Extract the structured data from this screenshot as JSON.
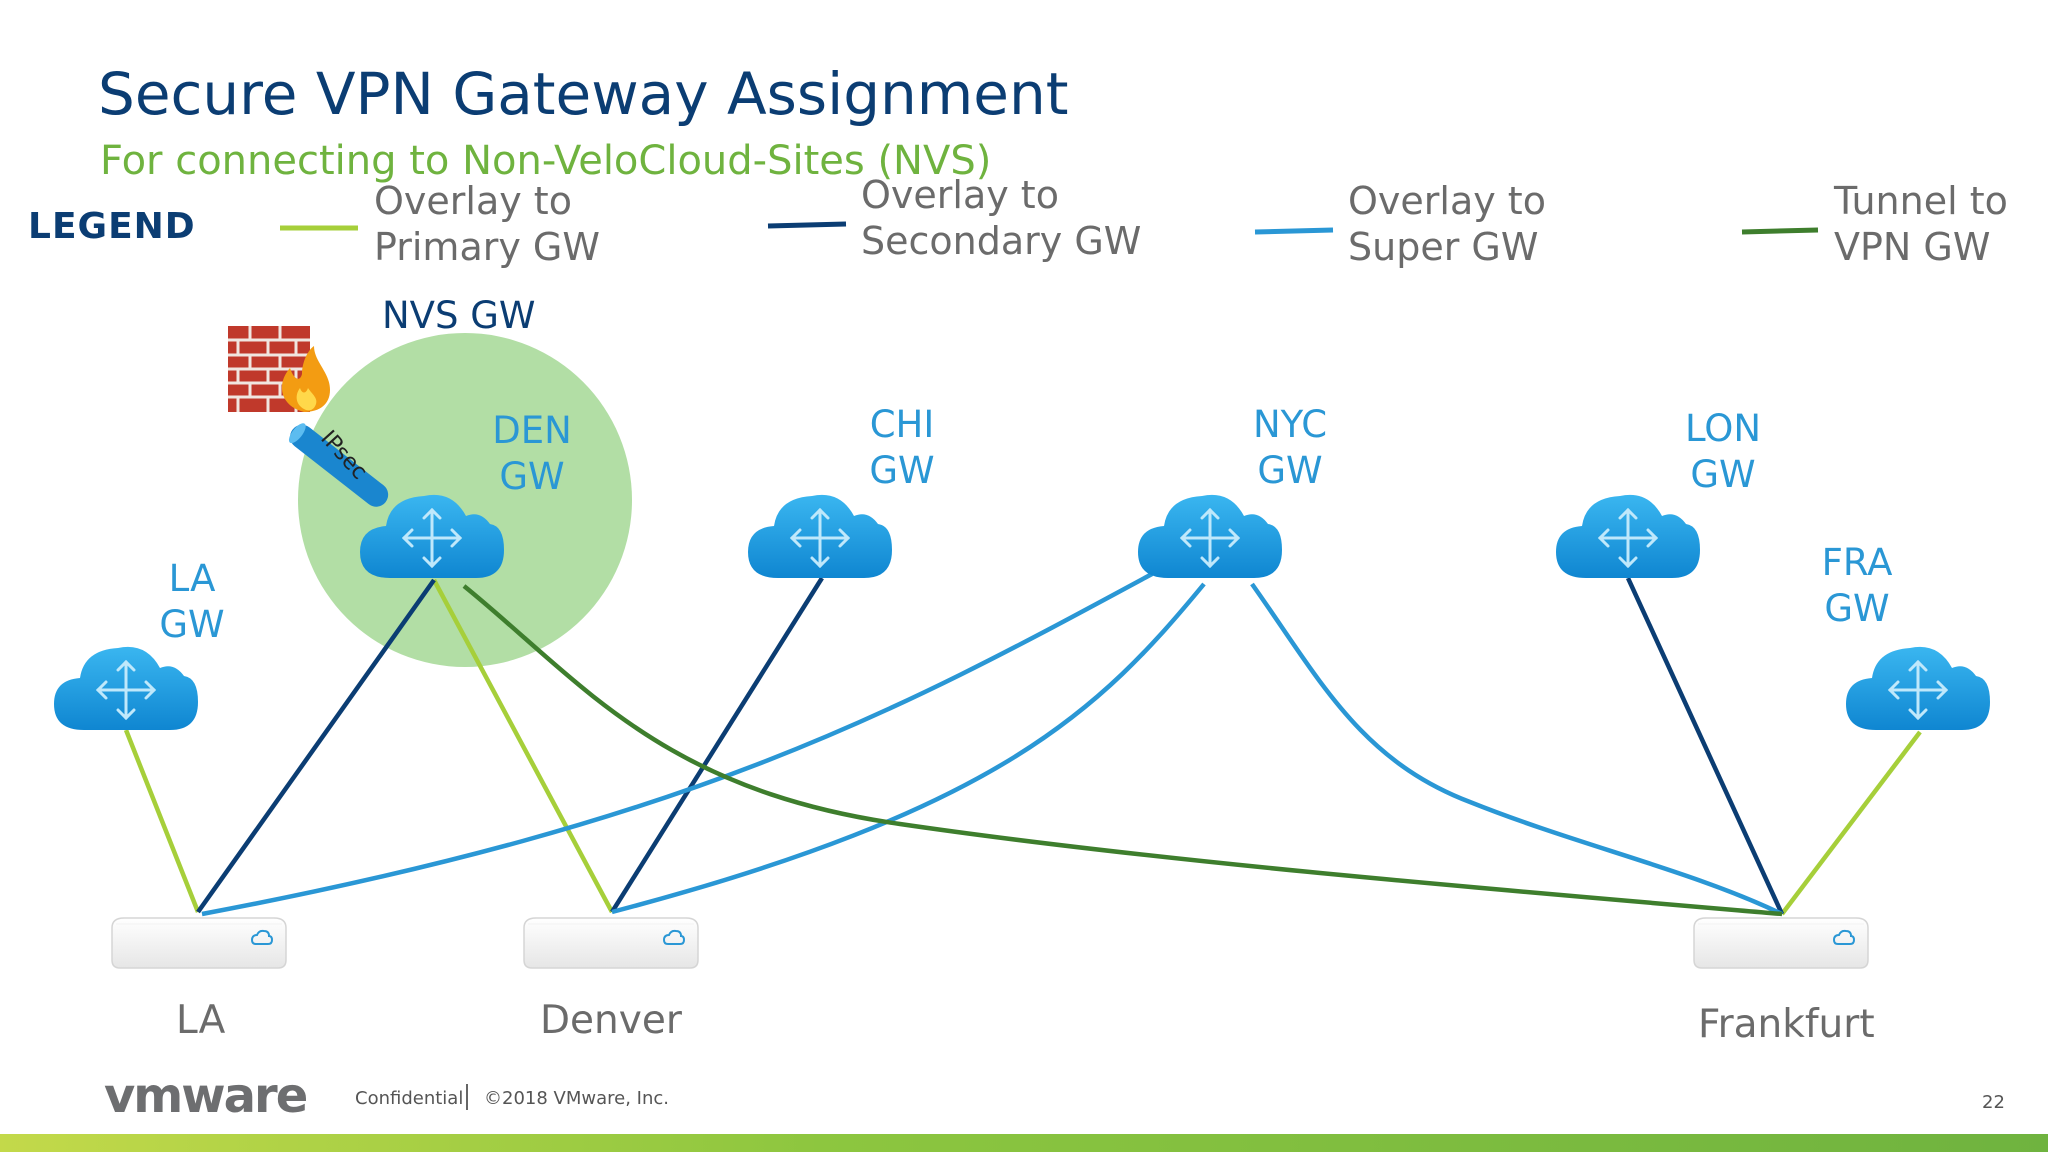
{
  "header": {
    "title": "Secure VPN Gateway Assignment",
    "subtitle": "For connecting to Non-VeloCloud-Sites (NVS)"
  },
  "legend": {
    "label": "LEGEND",
    "items": [
      {
        "line1": "Overlay to",
        "line2": "Primary GW",
        "color": "#a6cf3a"
      },
      {
        "line1": "Overlay to",
        "line2": "Secondary GW",
        "color": "#0b3d73"
      },
      {
        "line1": "Overlay to",
        "line2": "Super GW",
        "color": "#2a97d5"
      },
      {
        "line1": "Tunnel to",
        "line2": "VPN GW",
        "color": "#3e7e2d"
      }
    ]
  },
  "diagram": {
    "nvs_label": "NVS GW",
    "ipsec_label": "IPsec",
    "gateways": {
      "la": {
        "line1": "LA",
        "line2": "GW"
      },
      "den": {
        "line1": "DEN",
        "line2": "GW"
      },
      "chi": {
        "line1": "CHI",
        "line2": "GW"
      },
      "nyc": {
        "line1": "NYC",
        "line2": "GW"
      },
      "lon": {
        "line1": "LON",
        "line2": "GW"
      },
      "fra": {
        "line1": "FRA",
        "line2": "GW"
      }
    },
    "sites": {
      "la": "LA",
      "denver": "Denver",
      "frankfurt": "Frankfurt"
    },
    "icons": {
      "gateway": "cloud-router-icon",
      "edge": "edge-appliance-icon",
      "firewall": "firewall-icon",
      "tunnel": "ipsec-tunnel-icon"
    },
    "colors": {
      "primary": "#a6cf3a",
      "secondary": "#0b3d73",
      "super": "#2a97d5",
      "vpn": "#3e7e2d",
      "nvs_circle": "#b2dea5",
      "cloud": "#1e9ee0"
    }
  },
  "footer": {
    "logo": "vmware",
    "confidential": "Confidential",
    "copyright": "©2018 VMware, Inc.",
    "page_number": "22"
  }
}
